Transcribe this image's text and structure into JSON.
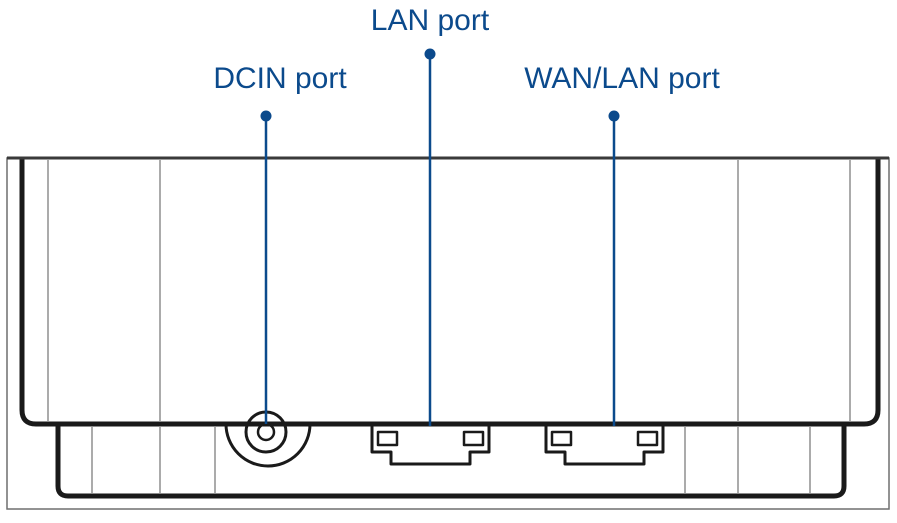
{
  "colors": {
    "accent": "#0b4a8c",
    "outline": "#1a1a1a",
    "panel_lines": "#8f8f8f",
    "background": "#ffffff"
  },
  "callouts": {
    "lan": {
      "label": "LAN port"
    },
    "dcin": {
      "label": "DCIN port"
    },
    "wan": {
      "label": "WAN/LAN port"
    }
  }
}
